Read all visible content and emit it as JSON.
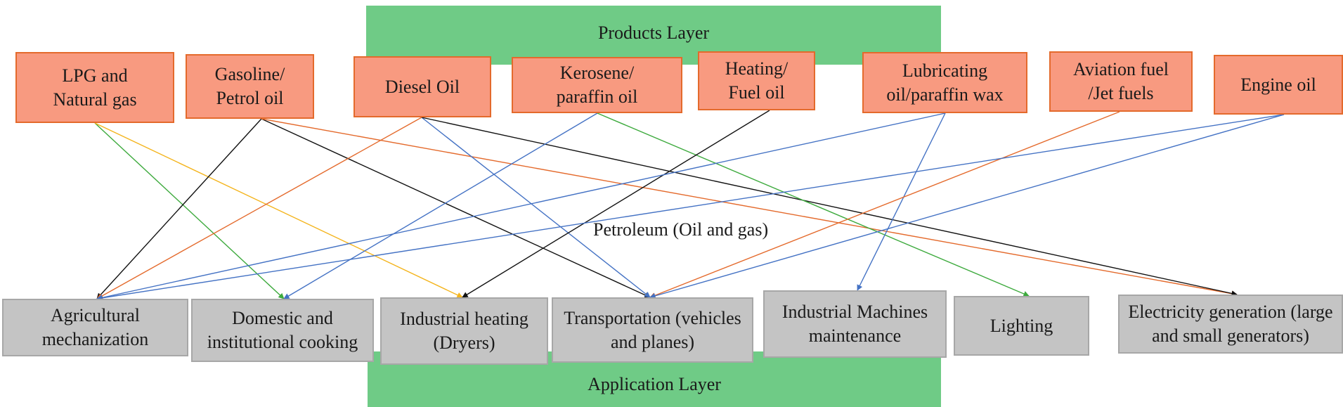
{
  "layers": {
    "products": "Products Layer",
    "application": "Application Layer"
  },
  "center_label": "Petroleum (Oil and gas)",
  "products": [
    {
      "id": "lpg",
      "label": "LPG and\nNatural gas"
    },
    {
      "id": "gasoline",
      "label": "Gasoline/\nPetrol oil"
    },
    {
      "id": "diesel",
      "label": "Diesel Oil"
    },
    {
      "id": "kerosene",
      "label": "Kerosene/\nparaffin oil"
    },
    {
      "id": "heating",
      "label": "Heating/\nFuel oil"
    },
    {
      "id": "lubricating",
      "label": "Lubricating\noil/paraffin wax"
    },
    {
      "id": "aviation",
      "label": "Aviation fuel\n/Jet fuels"
    },
    {
      "id": "engine",
      "label": "Engine oil"
    }
  ],
  "applications": [
    {
      "id": "agri",
      "label": "Agricultural\nmechanization"
    },
    {
      "id": "cooking",
      "label": "Domestic and\ninstitutional cooking"
    },
    {
      "id": "heat",
      "label": "Industrial heating\n(Dryers)"
    },
    {
      "id": "transport",
      "label": "Transportation (vehicles\nand planes)"
    },
    {
      "id": "machines",
      "label": "Industrial Machines\nmaintenance"
    },
    {
      "id": "lighting",
      "label": "Lighting"
    },
    {
      "id": "electricity",
      "label": "Electricity generation (large\nand small generators)"
    }
  ],
  "links": [
    {
      "from": "lpg",
      "to": "cooking",
      "color": "#3daa3d"
    },
    {
      "from": "lpg",
      "to": "heat",
      "color": "#f4b41c"
    },
    {
      "from": "gasoline",
      "to": "agri",
      "color": "#111111"
    },
    {
      "from": "gasoline",
      "to": "transport",
      "color": "#111111"
    },
    {
      "from": "gasoline",
      "to": "electricity",
      "color": "#e46a2c"
    },
    {
      "from": "diesel",
      "to": "agri",
      "color": "#e46a2c"
    },
    {
      "from": "diesel",
      "to": "transport",
      "color": "#4472c4"
    },
    {
      "from": "diesel",
      "to": "electricity",
      "color": "#111111"
    },
    {
      "from": "kerosene",
      "to": "cooking",
      "color": "#4472c4"
    },
    {
      "from": "kerosene",
      "to": "lighting",
      "color": "#3daa3d"
    },
    {
      "from": "heating",
      "to": "heat",
      "color": "#111111"
    },
    {
      "from": "lubricating",
      "to": "agri",
      "color": "#4472c4"
    },
    {
      "from": "lubricating",
      "to": "machines",
      "color": "#4472c4"
    },
    {
      "from": "aviation",
      "to": "transport",
      "color": "#e46a2c"
    },
    {
      "from": "engine",
      "to": "agri",
      "color": "#4472c4"
    },
    {
      "from": "engine",
      "to": "transport",
      "color": "#4472c4"
    }
  ]
}
